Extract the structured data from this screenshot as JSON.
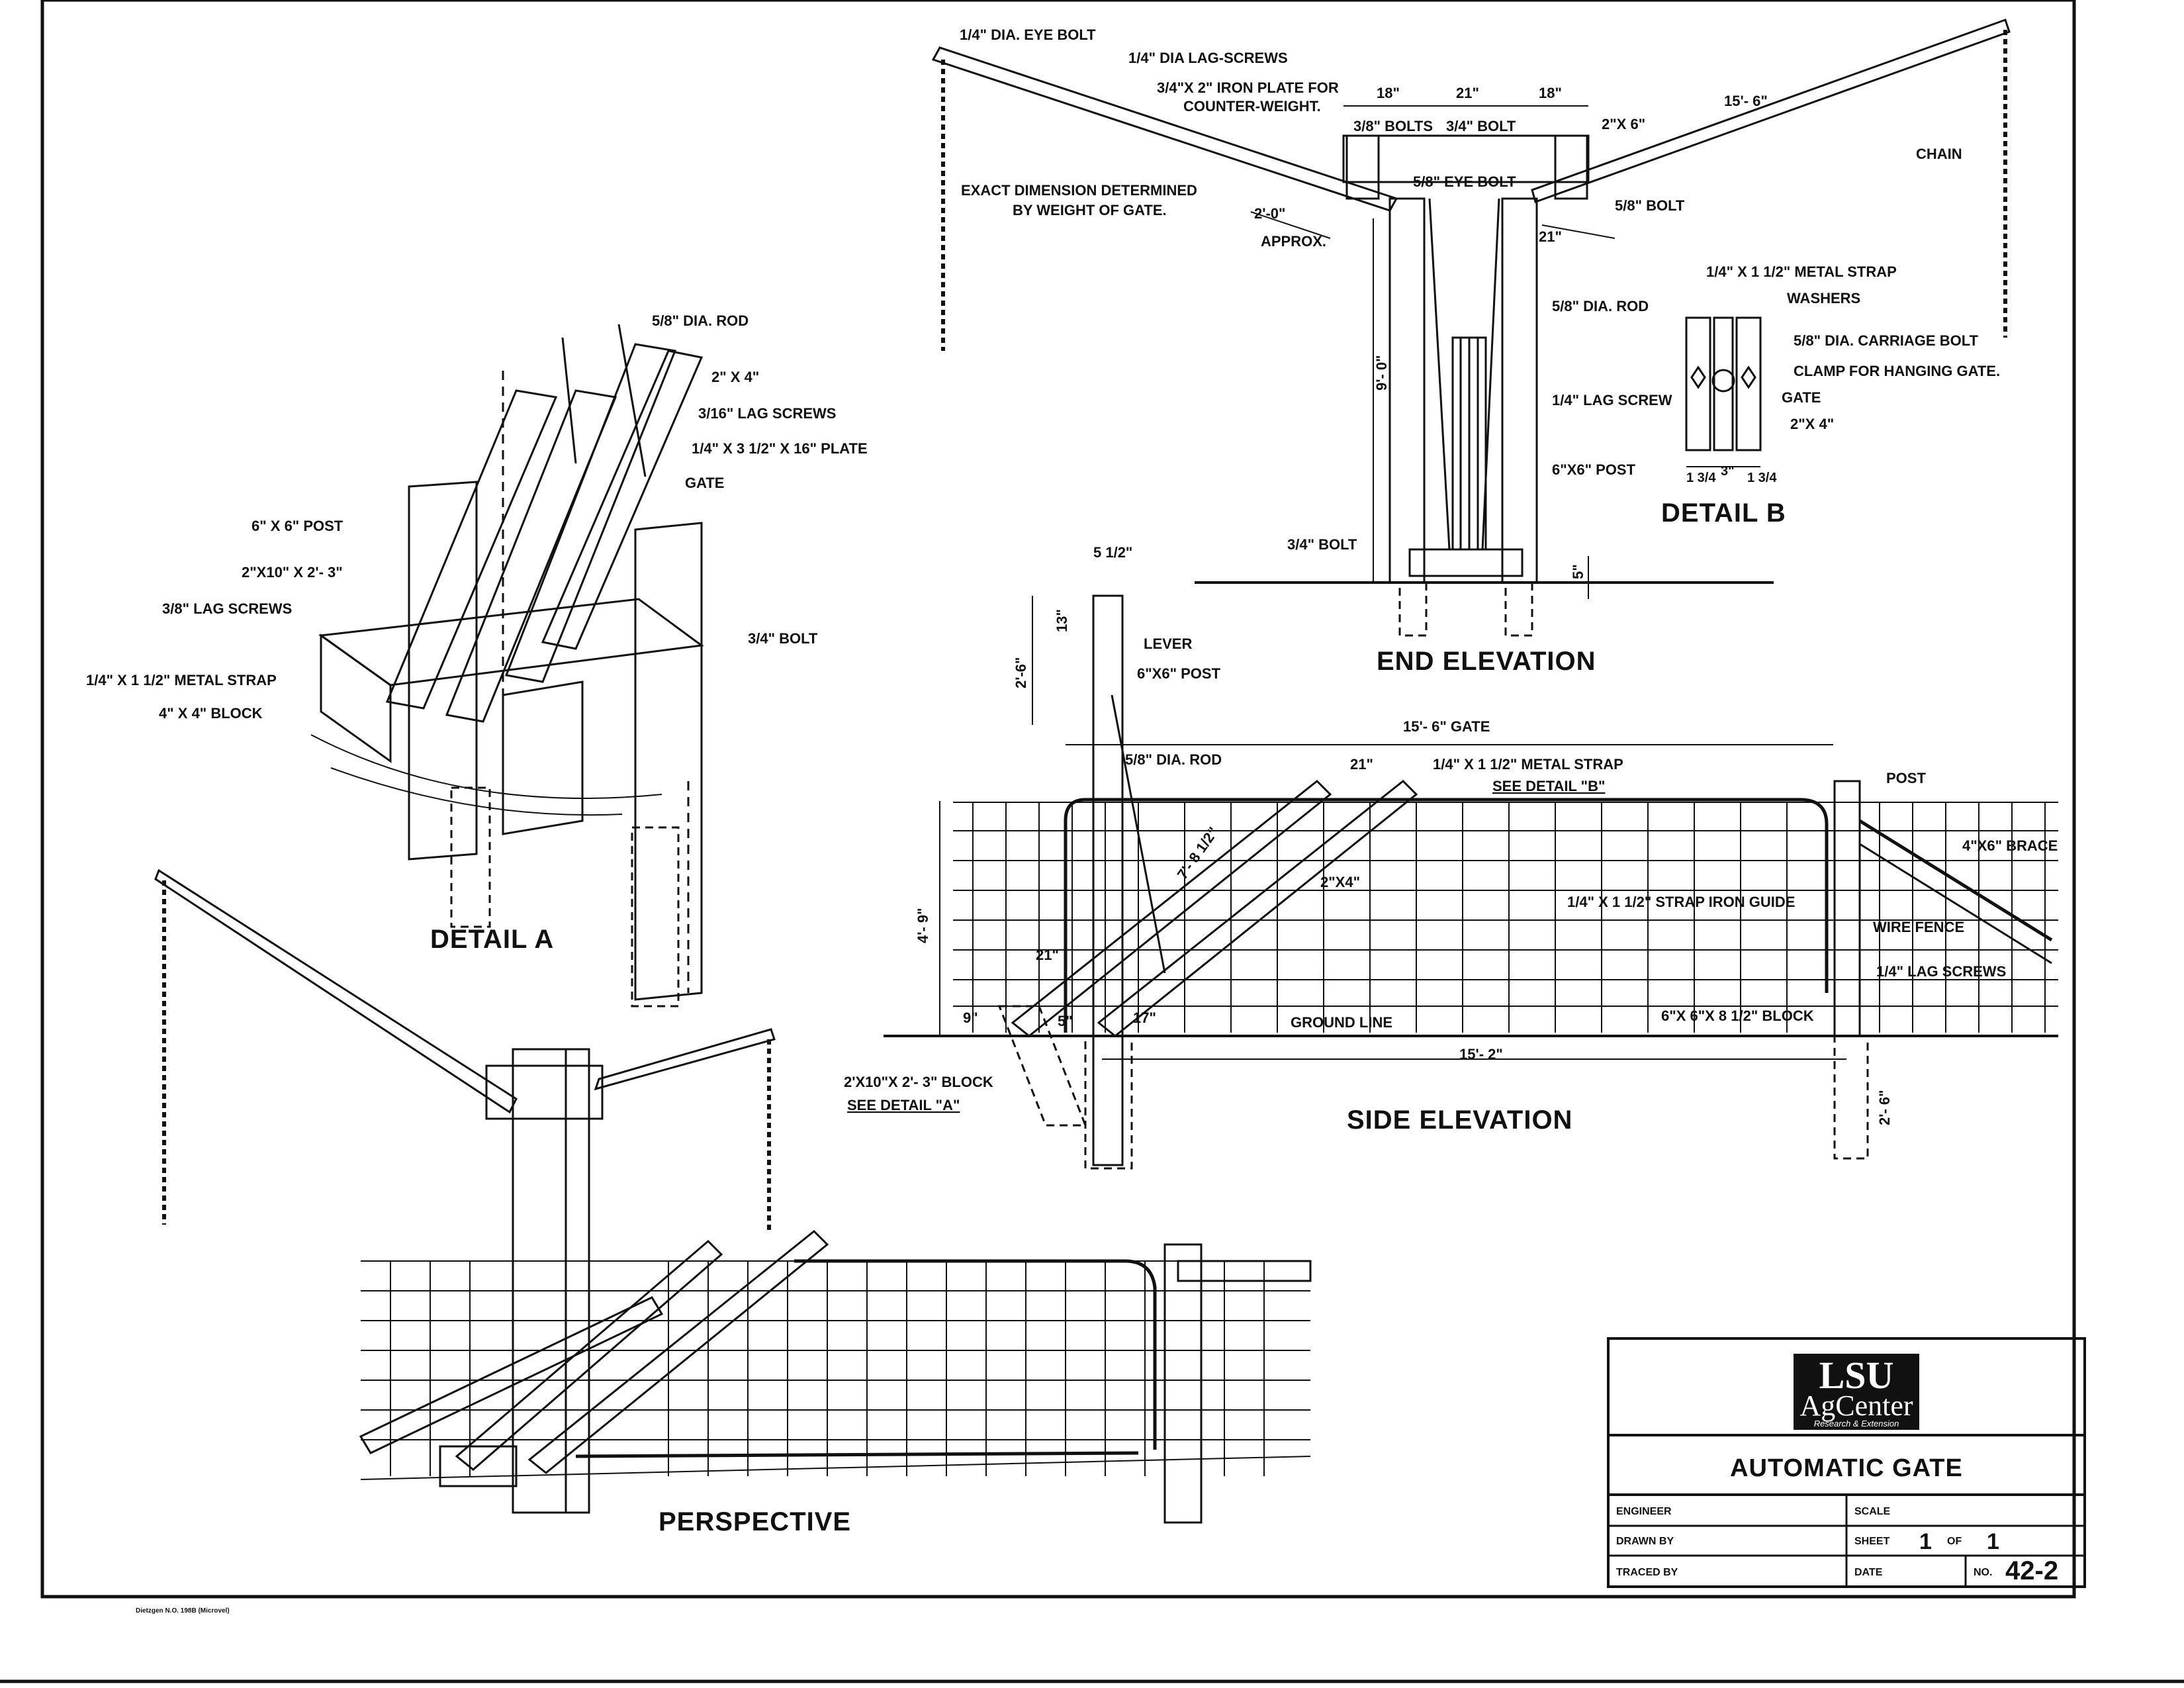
{
  "title_block": {
    "title": "AUTOMATIC GATE",
    "engineer_label": "ENGINEER",
    "drawn_by_label": "DRAWN BY",
    "traced_by_label": "TRACED BY",
    "scale_label": "SCALE",
    "sheet_label": "SHEET",
    "sheet_number": "1",
    "of_label": "OF",
    "sheet_total": "1",
    "date_label": "DATE",
    "no_label": "NO.",
    "drawing_number": "42-2",
    "logo": {
      "top": "LSU",
      "middle": "AgCenter",
      "bottom": "Research & Extension"
    }
  },
  "footer_note": "Dietzgen N.O. 198B (Microvel)",
  "end_elevation": {
    "title": "END ELEVATION",
    "labels": {
      "eye_bolt": "1/4\" DIA. EYE BOLT",
      "lag_screws": "1/4\" DIA LAG-SCREWS",
      "iron_plate": "3/4\"X 2\" IRON PLATE FOR",
      "counter_weight": "COUNTER-WEIGHT.",
      "dim_18_left": "18\"",
      "dim_21": "21\"",
      "dim_18_right": "18\"",
      "bolts_38": "3/8\" BOLTS",
      "bolt_34_top": "3/4\" BOLT",
      "two_by_six": "2\"X 6\"",
      "fifteen_six": "15'- 6\"",
      "chain": "CHAIN",
      "exact_dim": "EXACT DIMENSION DETERMINED",
      "by_weight": "BY WEIGHT OF GATE.",
      "two_zero": "2'-0\"",
      "approx": "APPROX.",
      "eye_bolt_58": "5/8\" EYE BOLT",
      "bolt_58": "5/8\" BOLT",
      "dim_21_side": "21\"",
      "rod_58": "5/8\" DIA. ROD",
      "nine_zero": "9'- 0\"",
      "lag_screw_14": "1/4\" LAG SCREW",
      "post_6x6": "6\"X6\" POST",
      "bolt_34_bottom": "3/4\" BOLT",
      "five_in": "5\""
    }
  },
  "detail_b": {
    "title": "DETAIL B",
    "labels": {
      "metal_strap": "1/4\" X 1 1/2\" METAL STRAP",
      "washers": "WASHERS",
      "carriage_bolt": "5/8\" DIA. CARRIAGE BOLT",
      "clamp": "CLAMP FOR HANGING GATE.",
      "gate": "GATE",
      "two_by_four": "2\"X 4\"",
      "dim_left": "1 3/4",
      "dim_mid": "3\"",
      "dim_right": "1 3/4"
    }
  },
  "detail_a": {
    "title": "DETAIL A",
    "labels": {
      "rod": "5/8\" DIA. ROD",
      "two_by_four": "2\" X 4\"",
      "lag_screws_316": "3/16\" LAG SCREWS",
      "plate": "1/4\" X 3 1/2\" X 16\" PLATE",
      "gate": "GATE",
      "post": "6\" X 6\" POST",
      "block_2x10": "2\"X10\" X 2'- 3\"",
      "lag_screws_38": "3/8\" LAG SCREWS",
      "metal_strap": "1/4\" X 1 1/2\" METAL STRAP",
      "block_4x4": "4\" X 4\" BLOCK",
      "bolt": "3/4\" BOLT"
    }
  },
  "side_elevation": {
    "title": "SIDE ELEVATION",
    "labels": {
      "five_half": "5 1/2\"",
      "thirteen": "13\"",
      "two_six_top": "2'-6\"",
      "lever": "LEVER",
      "post_6x6": "6\"X6\" POST",
      "gate_length": "15'- 6\" GATE",
      "rod": "5/8\" DIA. ROD",
      "dim_21_top": "21\"",
      "metal_strap": "1/4\" X 1 1/2\" METAL STRAP",
      "see_detail_b": "SEE DETAIL \"B\"",
      "post": "POST",
      "seven_eight": "7'- 8 1/2\"",
      "two_by_four": "2\"X4\"",
      "brace": "4\"X6\" BRACE",
      "four_nine": "4'- 9\"",
      "strap_guide": "1/4\" X 1 1/2\" STRAP IRON GUIDE",
      "wire_fence": "WIRE FENCE",
      "lag_screws": "1/4\" LAG SCREWS",
      "dim_21_low": "21\"",
      "nine": "9\"",
      "five": "5\"",
      "seventeen": "17\"",
      "ground_line": "GROUND LINE",
      "block_6x6": "6\"X 6\"X 8 1/2\" BLOCK",
      "fifteen_two": "15'- 2\"",
      "block_2x10": "2'X10\"X 2'- 3\" BLOCK",
      "see_detail_a": "SEE DETAIL \"A\"",
      "two_six_bottom": "2'- 6\""
    }
  },
  "perspective": {
    "title": "PERSPECTIVE"
  }
}
